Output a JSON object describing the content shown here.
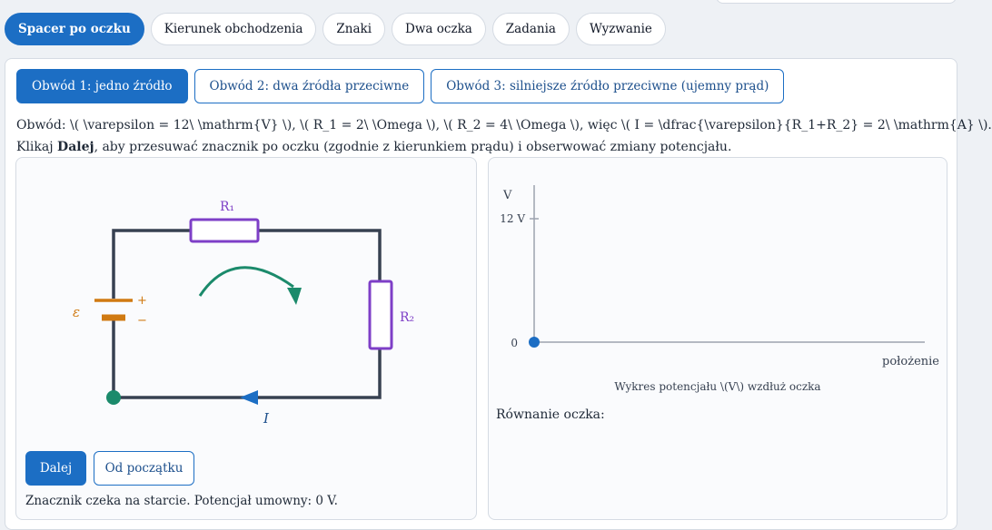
{
  "tabs": [
    {
      "label": "Spacer po oczku",
      "active": true
    },
    {
      "label": "Kierunek obchodzenia",
      "active": false
    },
    {
      "label": "Znaki",
      "active": false
    },
    {
      "label": "Dwa oczka",
      "active": false
    },
    {
      "label": "Zadania",
      "active": false
    },
    {
      "label": "Wyzwanie",
      "active": false
    }
  ],
  "subtabs": [
    {
      "label": "Obwód 1: jedno źródło",
      "active": true
    },
    {
      "label": "Obwód 2: dwa źródła przeciwne",
      "active": false
    },
    {
      "label": "Obwód 3: silniejsze źródło przeciwne (ujemny prąd)",
      "active": false
    }
  ],
  "description": {
    "line1": "Obwód: \\( \\varepsilon = 12\\ \\mathrm{V} \\), \\( R_1 = 2\\ \\Omega \\), \\( R_2 = 4\\ \\Omega \\), więc \\( I = \\dfrac{\\varepsilon}{R_1+R_2} = 2\\ \\mathrm{A} \\).",
    "line2_prefix": "Klikaj ",
    "line2_bold": "Dalej",
    "line2_suffix": ", aby przesuwać znacznik po oczku (zgodnie z kierunkiem prądu) i obserwować zmiany potencjału."
  },
  "circuit": {
    "r1_label": "R₁",
    "r2_label": "R₂",
    "emf_label": "ε",
    "plus": "+",
    "minus": "−",
    "current_label": "I",
    "colors": {
      "wire": "#374151",
      "resistor": "#7e3fc7",
      "battery": "#d07a12",
      "arrow": "#1b8a6b",
      "current": "#1c6ec4",
      "marker": "#1b8a6b"
    }
  },
  "controls": {
    "next_label": "Dalej",
    "reset_label": "Od początku"
  },
  "status_text": "Znacznik czeka na starcie. Potencjał umowny: 0 V.",
  "plot": {
    "y_axis_label": "V",
    "y_tick_top": "12 V",
    "y_tick_zero": "0",
    "x_axis_label": "położenie",
    "caption": "Wykres potencjału \\(V\\) wzdłuż oczka",
    "marker_color": "#1c6ec4"
  },
  "equation_label": "Równanie oczka:"
}
